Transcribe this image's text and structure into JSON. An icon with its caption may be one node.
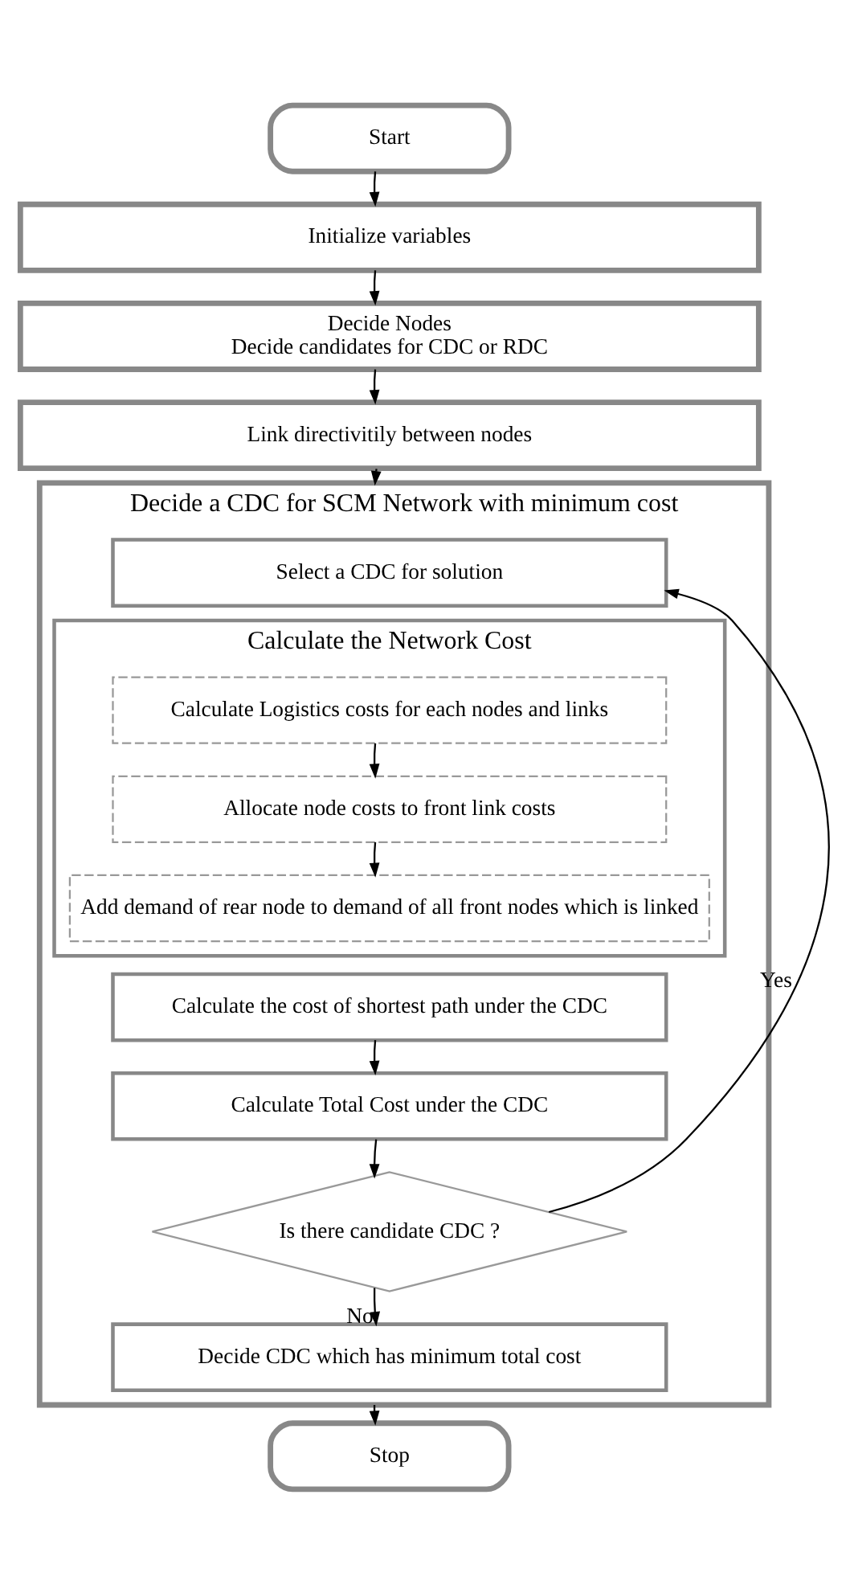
{
  "diagram": {
    "nodes": [
      {
        "text": [
          "Start"
        ]
      },
      {
        "text": [
          "Initialize variables"
        ]
      },
      {
        "text": [
          "Decide Nodes",
          "Decide candidates for CDC or RDC"
        ]
      },
      {
        "text": [
          "Link directivitily between nodes"
        ]
      },
      {
        "text": [
          "Decide a CDC for SCM Network with minimum cost"
        ]
      },
      {
        "text": [
          "Select a CDC for solution"
        ],
        "in": 4
      },
      {
        "text": [
          "Calculate the Network Cost"
        ],
        "in": 4
      },
      {
        "text": [
          "Calculate Logistics costs for each nodes and links"
        ],
        "in": 6
      },
      {
        "text": [
          "Allocate node costs to front link costs"
        ],
        "in": 6
      },
      {
        "text": [
          "Add demand of rear node to demand of all front nodes which is linked"
        ],
        "in": 6
      },
      {
        "text": [
          "Calculate the cost of shortest path under the CDC"
        ],
        "in": 4
      },
      {
        "text": [
          "Calculate Total Cost under the CDC"
        ],
        "in": 4
      },
      {
        "text": [
          "Is there candidate CDC ?"
        ],
        "in": 4
      },
      {
        "text": [
          "Decide CDC which has minimum total cost"
        ],
        "in": 4
      },
      {
        "text": [
          "Stop"
        ]
      }
    ],
    "edges": [
      {
        "from": 0,
        "to": 1,
        "arrow": "to"
      },
      {
        "from": 1,
        "to": 2,
        "arrow": "to"
      },
      {
        "from": 2,
        "to": 3,
        "arrow": "to"
      },
      {
        "from": 3,
        "to": 4,
        "arrow": "to"
      },
      {
        "from": 7,
        "to": 8,
        "arrow": "to"
      },
      {
        "from": 8,
        "to": 9,
        "arrow": "to"
      },
      {
        "from": 10,
        "to": 11,
        "arrow": "to"
      },
      {
        "from": 11,
        "to": 12,
        "arrow": "to"
      },
      {
        "from": 12,
        "to": 5,
        "arrow": "to",
        "label": "Yes"
      },
      {
        "from": 12,
        "to": 13,
        "arrow": "to",
        "label": "No"
      },
      {
        "from": 4,
        "to": 14,
        "arrow": "to"
      }
    ]
  }
}
